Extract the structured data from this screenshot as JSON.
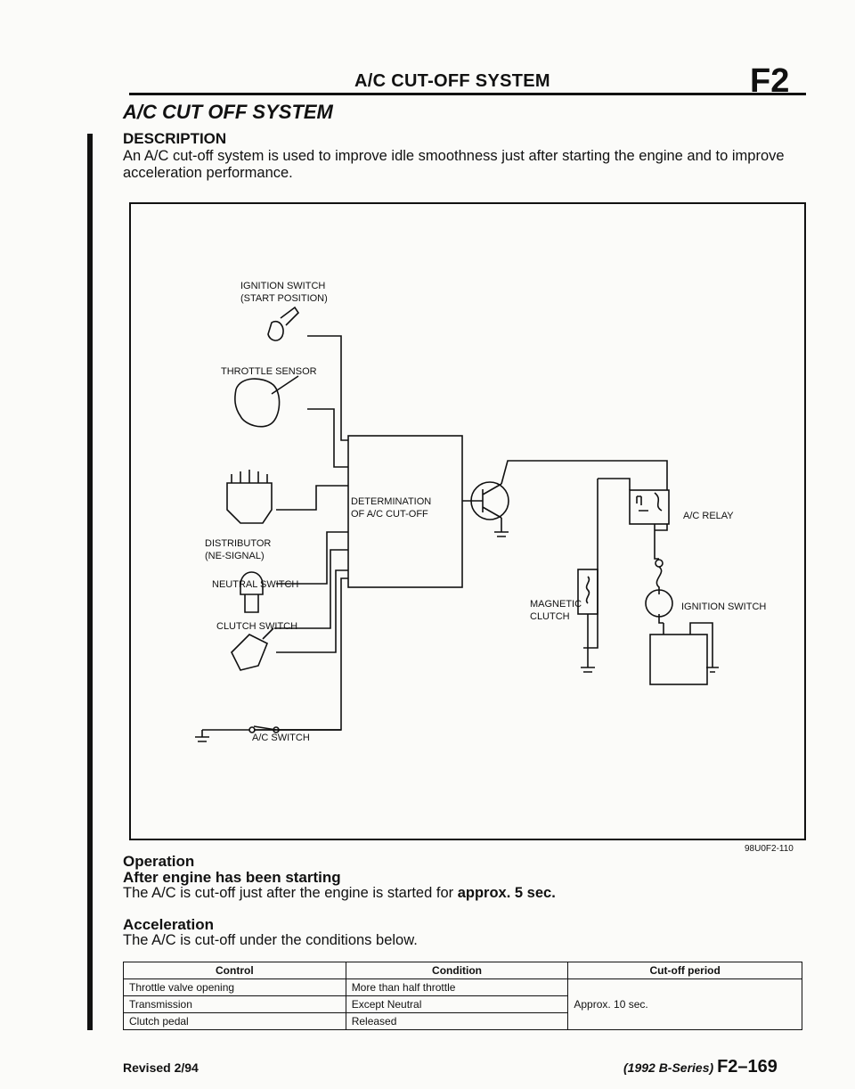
{
  "header": {
    "title": "A/C CUT-OFF SYSTEM",
    "code": "F2"
  },
  "section_title": "A/C CUT OFF SYSTEM",
  "description": {
    "heading": "DESCRIPTION",
    "text": "An A/C cut-off system is used to improve idle smoothness just after starting the engine and to improve acceleration performance."
  },
  "diagram": {
    "labels": {
      "ignition_start_1": "IGNITION SWITCH",
      "ignition_start_2": "(START POSITION)",
      "throttle": "THROTTLE SENSOR",
      "distributor_1": "DISTRIBUTOR",
      "distributor_2": "(NE-SIGNAL)",
      "neutral": "NEUTRAL SWITCH",
      "clutch_switch": "CLUTCH SWITCH",
      "ac_switch": "A/C SWITCH",
      "determination_1": "DETERMINATION",
      "determination_2": "OF A/C CUT-OFF",
      "ac_relay": "A/C RELAY",
      "magnetic_1": "MAGNETIC",
      "magnetic_2": "CLUTCH",
      "ignition_switch": "IGNITION SWITCH"
    },
    "figure_id": "98U0F2-110"
  },
  "operation": {
    "heading": "Operation",
    "subheading": "After engine has been starting",
    "text_pre": "The A/C is cut-off just after the engine is started for ",
    "text_bold": "approx. 5 sec."
  },
  "acceleration": {
    "heading": "Acceleration",
    "text": "The A/C is cut-off under the conditions below."
  },
  "table": {
    "headers": [
      "Control",
      "Condition",
      "Cut-off period"
    ],
    "rows": [
      [
        "Throttle valve opening",
        "More than half throttle"
      ],
      [
        "Transmission",
        "Except Neutral"
      ],
      [
        "Clutch pedal",
        "Released"
      ]
    ],
    "period": "Approx. 10 sec."
  },
  "footer": {
    "revised": "Revised 2/94",
    "series": "(1992 B-Series)",
    "page": "F2–169"
  }
}
